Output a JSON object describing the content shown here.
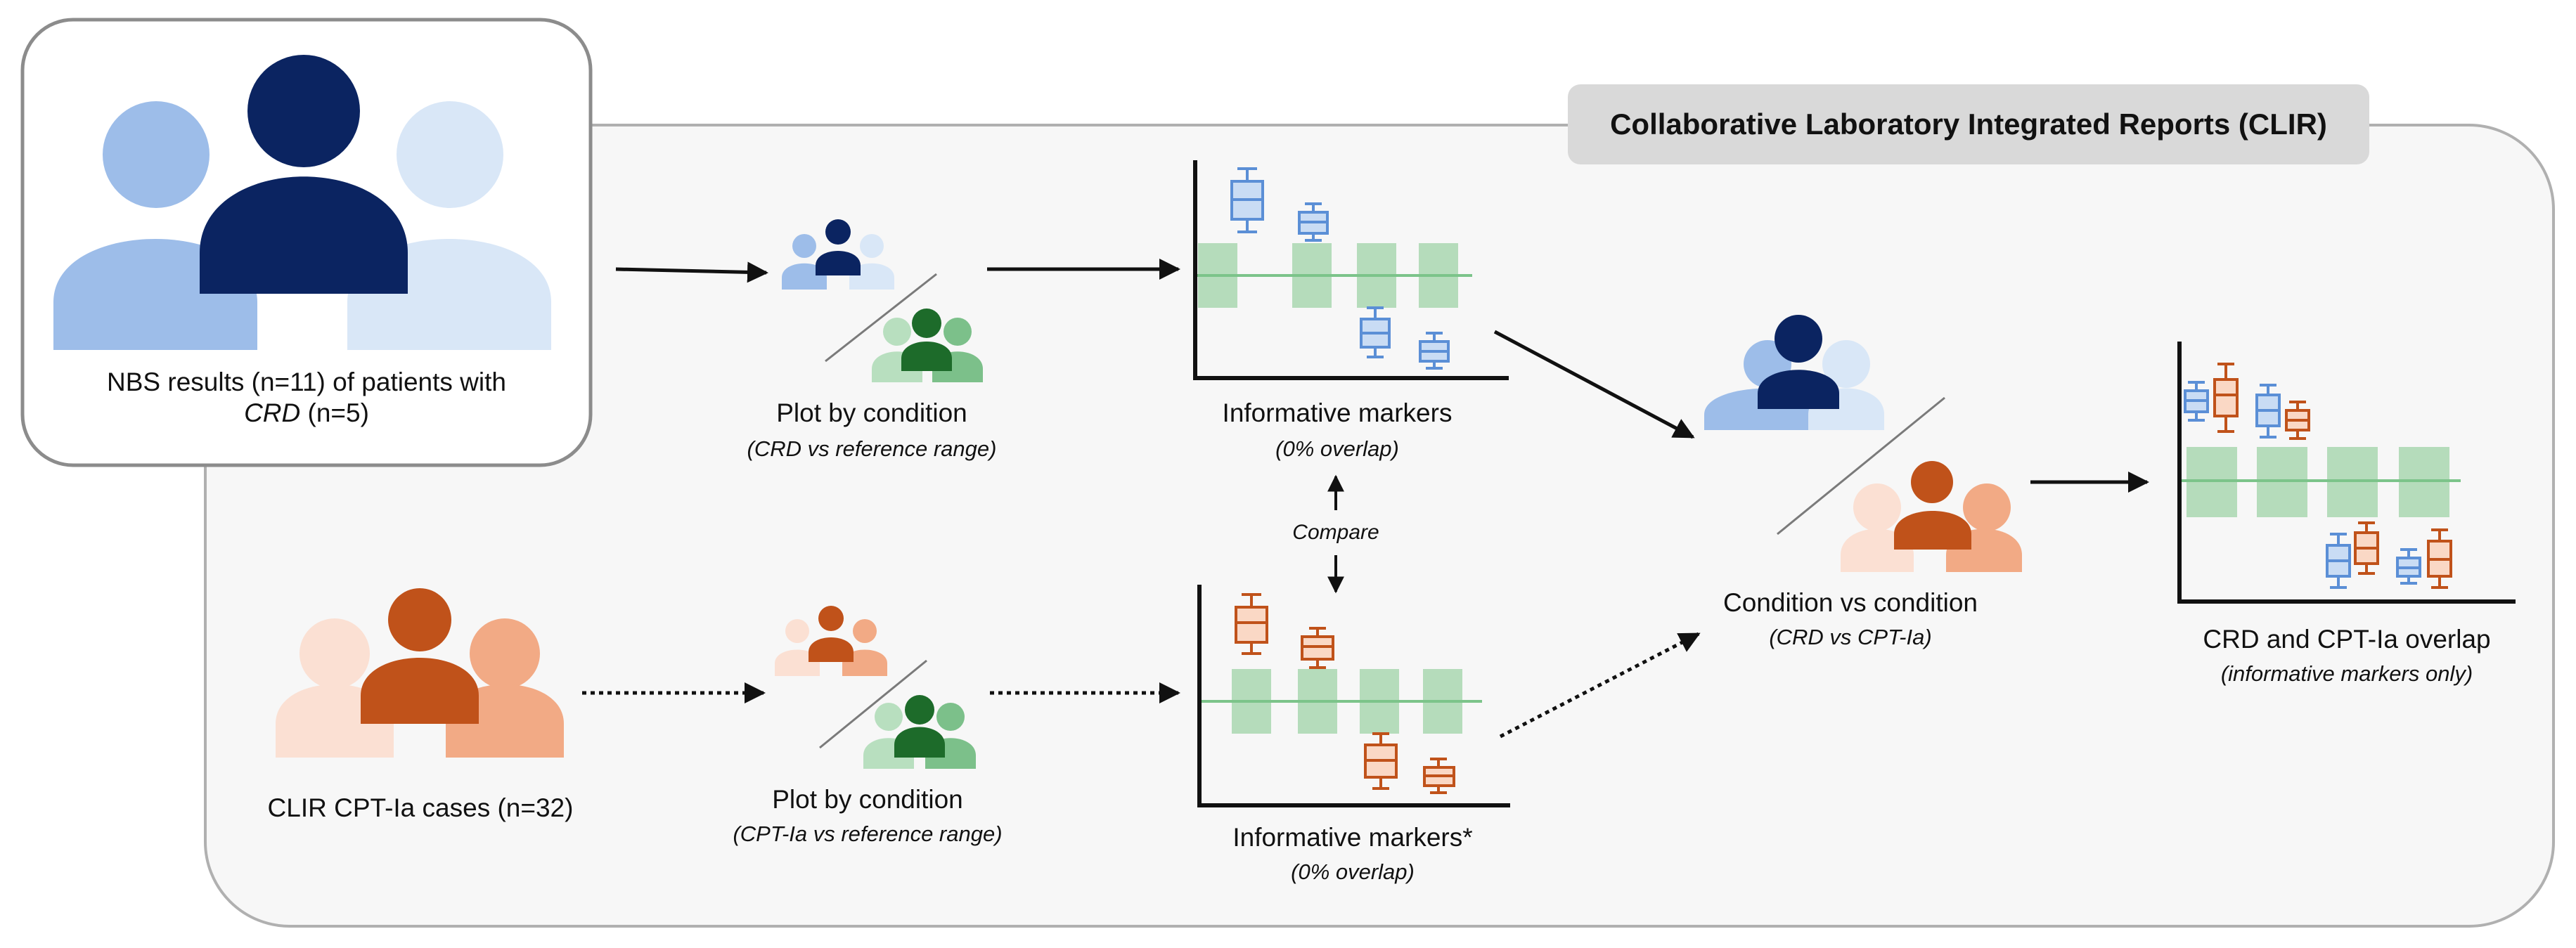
{
  "banner": {
    "title": "Collaborative Laboratory Integrated Reports (CLIR)"
  },
  "nbs_box": {
    "line1": "NBS results (n=11) of patients with",
    "line2_italic": "CRD",
    "line2_rest": " (n=5)"
  },
  "clir_cases": {
    "label": "CLIR CPT-Ia cases (n=32)"
  },
  "plot_top": {
    "title": "Plot by condition",
    "subtitle": "(CRD vs reference range)"
  },
  "plot_bottom": {
    "title": "Plot by condition",
    "subtitle": "(CPT-Ia vs reference range)"
  },
  "markers_top": {
    "title": "Informative markers",
    "subtitle": "(0% overlap)"
  },
  "markers_bottom": {
    "title": "Informative markers*",
    "subtitle": "(0% overlap)"
  },
  "compare": {
    "label": "Compare"
  },
  "condition_vs": {
    "title": "Condition vs condition",
    "subtitle": "(CRD vs CPT-Ia)"
  },
  "overlap": {
    "title": "CRD and CPT-Ia overlap",
    "subtitle": "(informative markers only)"
  },
  "colors": {
    "blue_light": "#9dbde9",
    "blue_pale": "#d9e7f7",
    "navy": "#0b2461",
    "orange_dark": "#c0521a",
    "orange_mid": "#f2aa85",
    "orange_pale": "#fbe0d3",
    "green_dark": "#1d6b2a",
    "green_mid": "#7cc08a",
    "green_pale": "#b8dfbf",
    "ref_band": "#b5dcbb",
    "ref_line": "#7cc48a",
    "panel_bg": "#f7f7f7"
  },
  "icons": [
    "group-icon-blue",
    "group-icon-orange",
    "group-icon-green",
    "boxplot-icon"
  ]
}
